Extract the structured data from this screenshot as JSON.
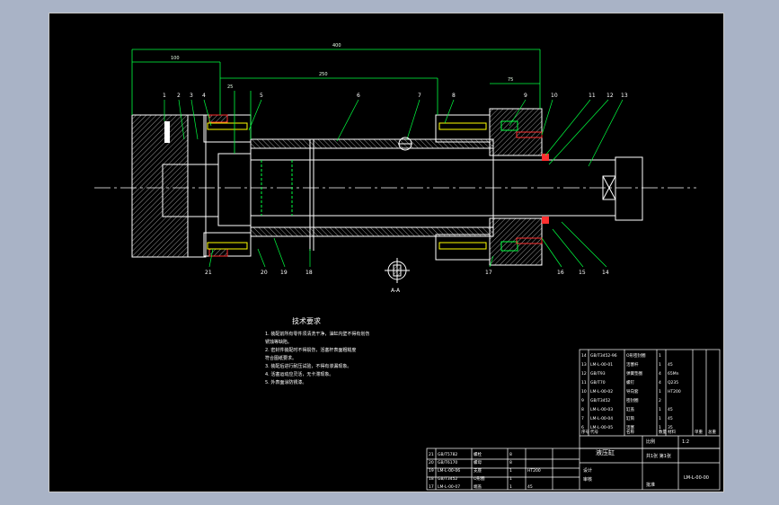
{
  "drawing": {
    "part_numbers": [
      "1",
      "2",
      "3",
      "4",
      "5",
      "6",
      "7",
      "8",
      "9",
      "10",
      "11",
      "12",
      "13"
    ],
    "lower_part_numbers": [
      "21",
      "20",
      "19",
      "18",
      "17",
      "16",
      "15",
      "14"
    ],
    "section_label": "A-A",
    "tech_title": "技术要求",
    "tech_lines": [
      "1. 装配前所有零件须清洗干净，油缸内壁不得有划伤",
      "   锈蚀等缺陷。",
      "2. 密封件装配时不得损伤，活塞杆表面粗糙度",
      "   符合图纸要求。",
      "3. 装配后进行耐压试验，不得有渗漏现象。",
      "4. 活塞运动应灵活，无卡滞现象。",
      "5. 外表面涂防锈漆。"
    ]
  },
  "bom": {
    "rows": [
      [
        "14",
        "GB/T3452-96",
        "O形密封圈",
        "1",
        "",
        "",
        ""
      ],
      [
        "13",
        "LM-L-00-01",
        "活塞杆",
        "1",
        "45",
        "",
        ""
      ],
      [
        "12",
        "GB/T93",
        "弹簧垫圈",
        "4",
        "65Mn",
        "",
        ""
      ],
      [
        "11",
        "GB/T70",
        "螺钉",
        "4",
        "Q235",
        "",
        ""
      ],
      [
        "10",
        "LM-L-00-02",
        "导向套",
        "1",
        "HT200",
        "",
        ""
      ],
      [
        "9",
        "GB/T3452",
        "密封圈",
        "2",
        "",
        "",
        ""
      ],
      [
        "8",
        "LM-L-00-03",
        "缸盖",
        "1",
        "45",
        "",
        ""
      ],
      [
        "7",
        "LM-L-00-04",
        "缸筒",
        "1",
        "45",
        "",
        ""
      ],
      [
        "6",
        "LM-L-00-05",
        "活塞",
        "1",
        "35",
        "",
        ""
      ]
    ],
    "header": [
      "序号",
      "代号",
      "名称",
      "数量",
      "材料",
      "单重",
      "总重"
    ],
    "left_rows": [
      [
        "21",
        "GB/T5782",
        "螺栓",
        "8",
        "",
        ""
      ],
      [
        "20",
        "GB/T6170",
        "螺母",
        "8",
        "",
        ""
      ],
      [
        "19",
        "LM-L-00-06",
        "支座",
        "1",
        "HT200",
        ""
      ],
      [
        "18",
        "GB/T3452",
        "O形圈",
        "1",
        "",
        ""
      ],
      [
        "17",
        "LM-L-00-07",
        "端盖",
        "1",
        "45",
        ""
      ]
    ]
  },
  "title_block": {
    "assembly_name": "液压缸",
    "scale_label": "比例",
    "scale_value": "1:2",
    "drawing_no": "LM-L-00-00",
    "sheet": "共1张 第1张",
    "designer": "设计",
    "checker": "审核",
    "approver": "批准"
  },
  "colors": {
    "background": "#000000",
    "line_white": "#ffffff",
    "line_green": "#00ff40",
    "line_yellow": "#ffff00",
    "line_red": "#ff3030",
    "line_cyan": "#00d0ff"
  }
}
